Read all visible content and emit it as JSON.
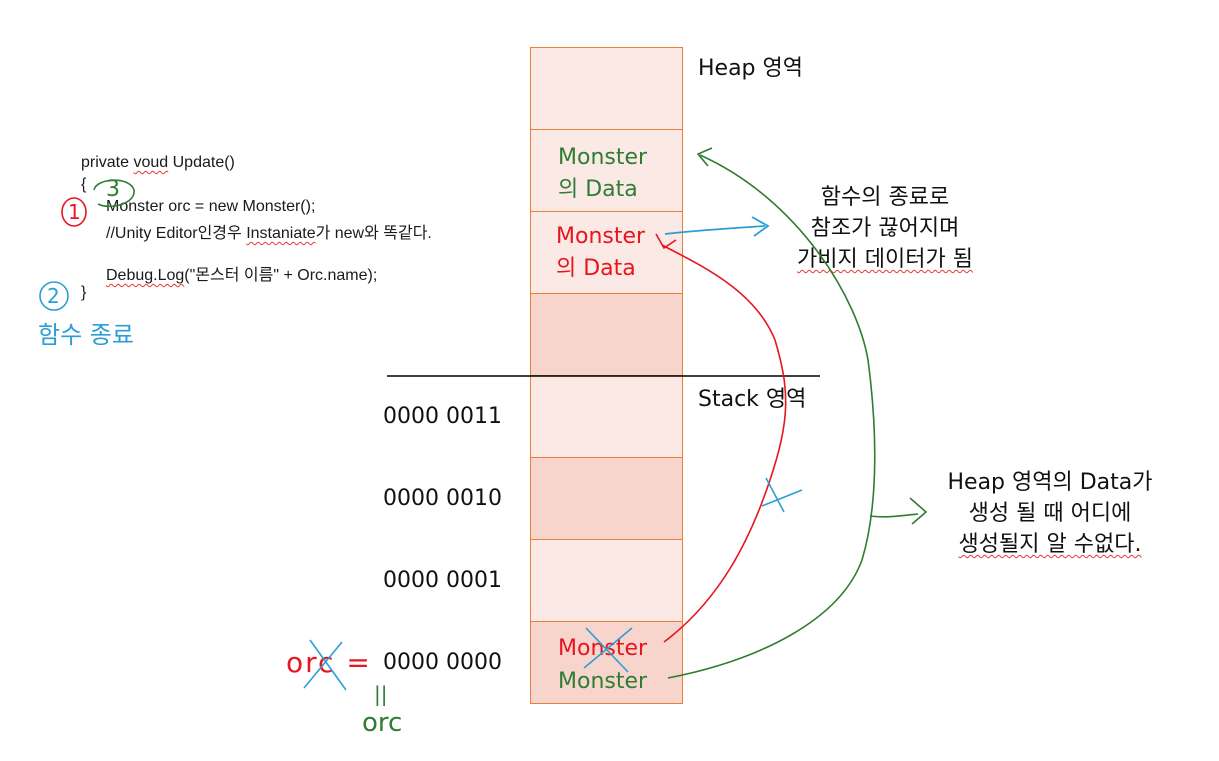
{
  "code": {
    "line1_a": "private ",
    "line1_b": "voud",
    "line1_c": " Update()",
    "line2": "{",
    "line3": "Monster orc = new Monster();",
    "line4_a": "//Unity Editor인경우 ",
    "line4_b": "Instaniate",
    "line4_c": "가 new와 똑같다.",
    "line5_a": "Debug.Log",
    "line5_b": "(\"몬스터 이름\" + Orc.name);",
    "line6": "}"
  },
  "annotations": {
    "num1": "1",
    "num2": "2",
    "num3": "3",
    "function_end": "함수 종료",
    "orc_red": "orc =",
    "orc_green": "orc",
    "equals_green": "||"
  },
  "heap": {
    "label": "Heap 영역",
    "green_cell": [
      "Monster",
      "의 Data"
    ],
    "red_cell": [
      "Monster",
      "의 Data"
    ]
  },
  "stack": {
    "label": "Stack 영역",
    "addresses": [
      "0000 0011",
      "0000 0010",
      "0000 0001",
      "0000 0000"
    ],
    "bottom_red": "Monster",
    "bottom_green": "Monster"
  },
  "notes": {
    "garbage": [
      "함수의 종료로",
      "참조가 끊어지며",
      "가비지 데이터가 됨"
    ],
    "heap_unknown": [
      "Heap 영역의 Data가",
      "생성 될 때 어디에",
      "생성될지 알 수없다."
    ]
  },
  "colors": {
    "cell_border": "#e8803a",
    "cell_light": "#fbe9e6",
    "cell_dark": "#f7d5cd",
    "red": "#e8141e",
    "green": "#2e7d32",
    "blue": "#2a9fd6"
  }
}
